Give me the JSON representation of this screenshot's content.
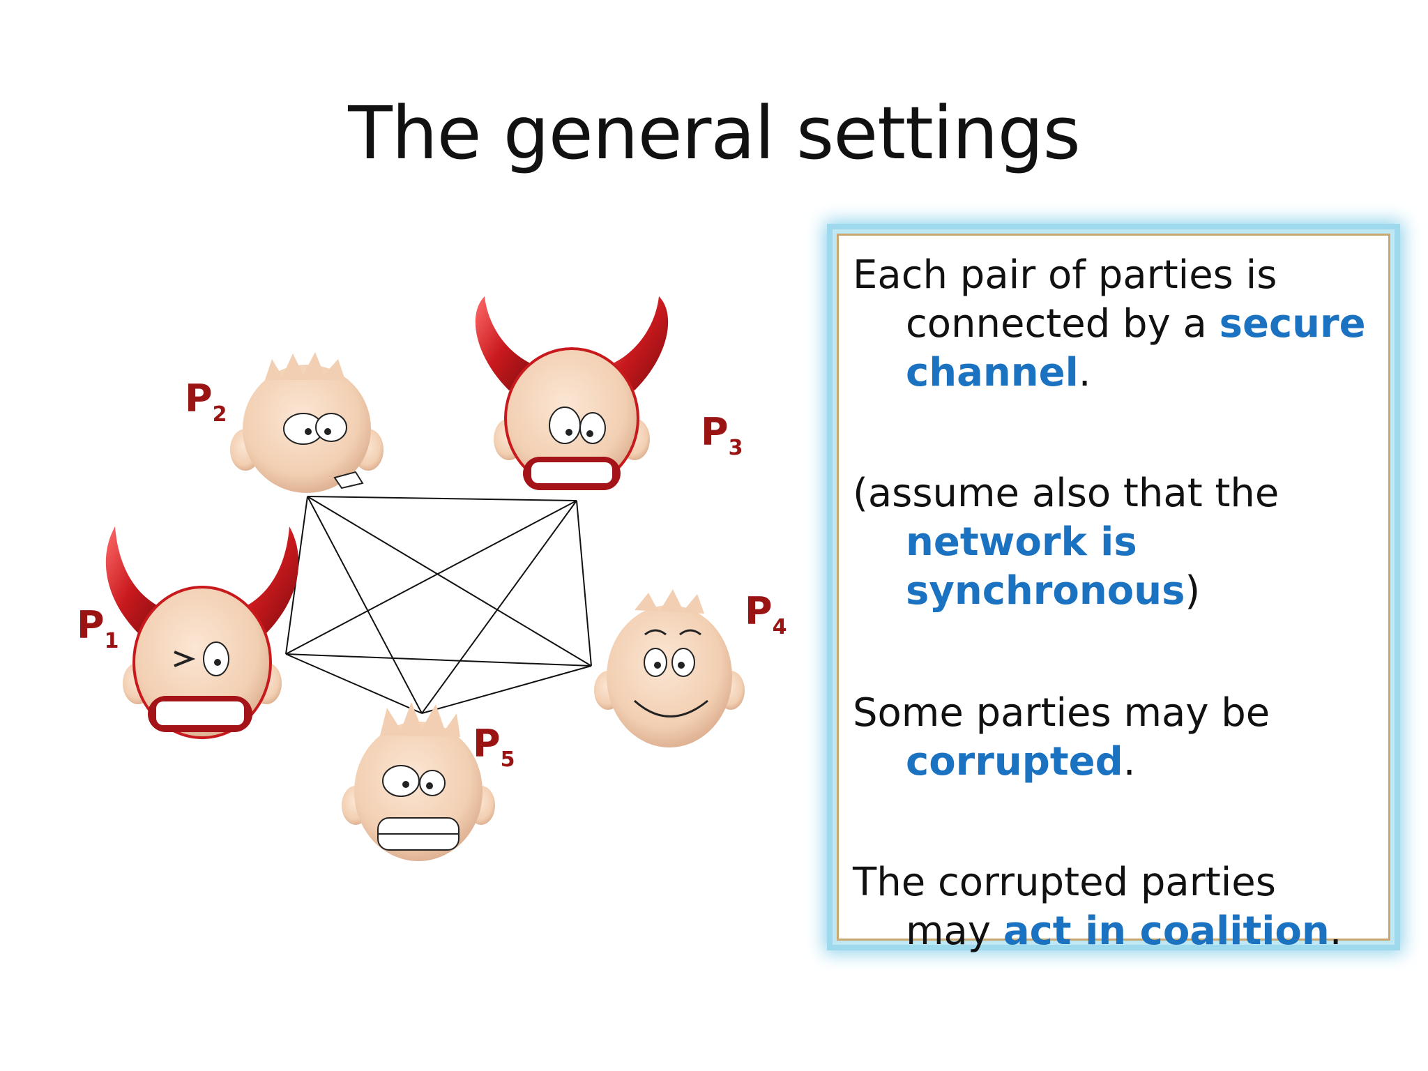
{
  "slide": {
    "title": "The general settings",
    "parties": [
      {
        "id": "P1",
        "letter": "P",
        "sub": "1",
        "corrupted": true
      },
      {
        "id": "P2",
        "letter": "P",
        "sub": "2",
        "corrupted": false
      },
      {
        "id": "P3",
        "letter": "P",
        "sub": "3",
        "corrupted": true
      },
      {
        "id": "P4",
        "letter": "P",
        "sub": "4",
        "corrupted": false
      },
      {
        "id": "P5",
        "letter": "P",
        "sub": "5",
        "corrupted": false
      }
    ],
    "box": {
      "p1": {
        "a": "Each pair of parties is",
        "b": "connected by a ",
        "c": "secure",
        "d": "channel",
        "e": "."
      },
      "p2": {
        "a": "(assume also that the",
        "b": "network is",
        "c": "synchronous",
        "d": ")"
      },
      "p3": {
        "a": "Some parties may be",
        "b": "corrupted",
        "c": "."
      },
      "p4": {
        "a": "The corrupted parties",
        "b": "may ",
        "c": "act in coalition",
        "d": "."
      }
    },
    "colors": {
      "highlight": "#1a72c1",
      "label": "#9b1414",
      "horn": "#c8191d",
      "skin": "#f3d3b8"
    }
  }
}
